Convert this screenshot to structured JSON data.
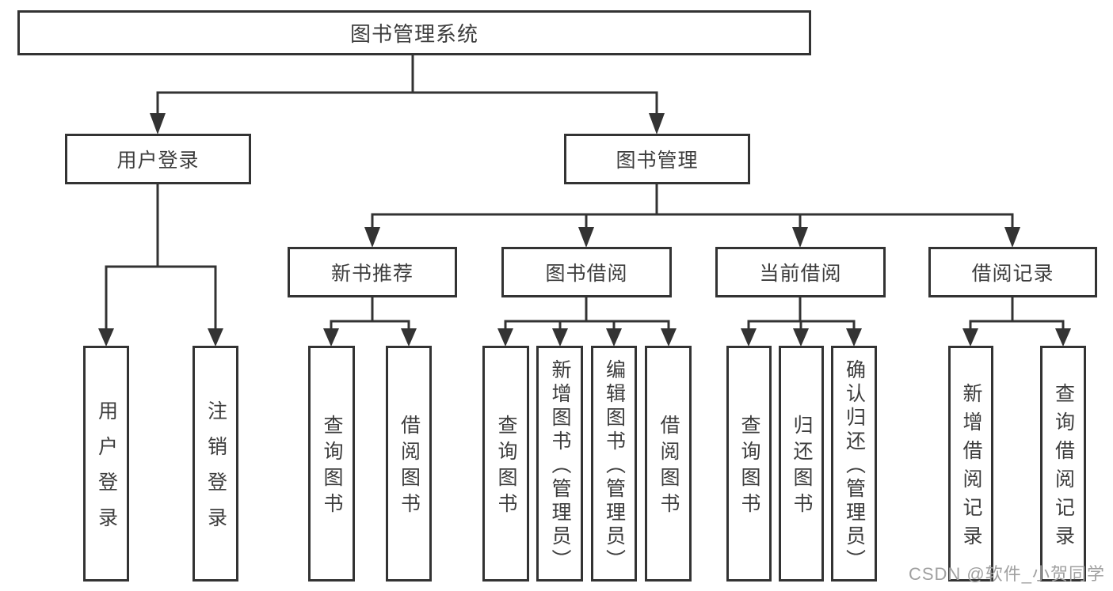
{
  "diagram": {
    "root": {
      "label": "图书管理系统"
    },
    "level2": {
      "user_login": {
        "label": "用户登录"
      },
      "book_management": {
        "label": "图书管理"
      }
    },
    "level3": {
      "new_book_recommend": {
        "label": "新书推荐"
      },
      "book_borrowing": {
        "label": "图书借阅"
      },
      "current_borrowing": {
        "label": "当前借阅"
      },
      "borrowing_records": {
        "label": "借阅记录"
      }
    },
    "leaves": {
      "login": {
        "label": "用户登录"
      },
      "logout": {
        "label": "注销登录"
      },
      "nbr_query_books": {
        "label": "查询图书"
      },
      "nbr_borrow_books": {
        "label": "借阅图书"
      },
      "bb_query_books": {
        "label": "查询图书"
      },
      "bb_add_books": {
        "label": "新增图书（管理员）"
      },
      "bb_edit_books": {
        "label": "编辑图书（管理员）"
      },
      "bb_borrow_books": {
        "label": "借阅图书"
      },
      "cb_query_books": {
        "label": "查询图书"
      },
      "cb_return_books": {
        "label": "归还图书"
      },
      "cb_confirm_return": {
        "label": "确认归还（管理员）"
      },
      "br_add_record": {
        "label": "新增借阅记录"
      },
      "br_query_record": {
        "label": "查询借阅记录"
      }
    }
  },
  "watermark": {
    "text": "CSDN @软件_小贺同学"
  },
  "colors": {
    "line": "#333333",
    "text": "#3d3d3d",
    "watermark": "#a0a0a0",
    "background": "#ffffff"
  }
}
